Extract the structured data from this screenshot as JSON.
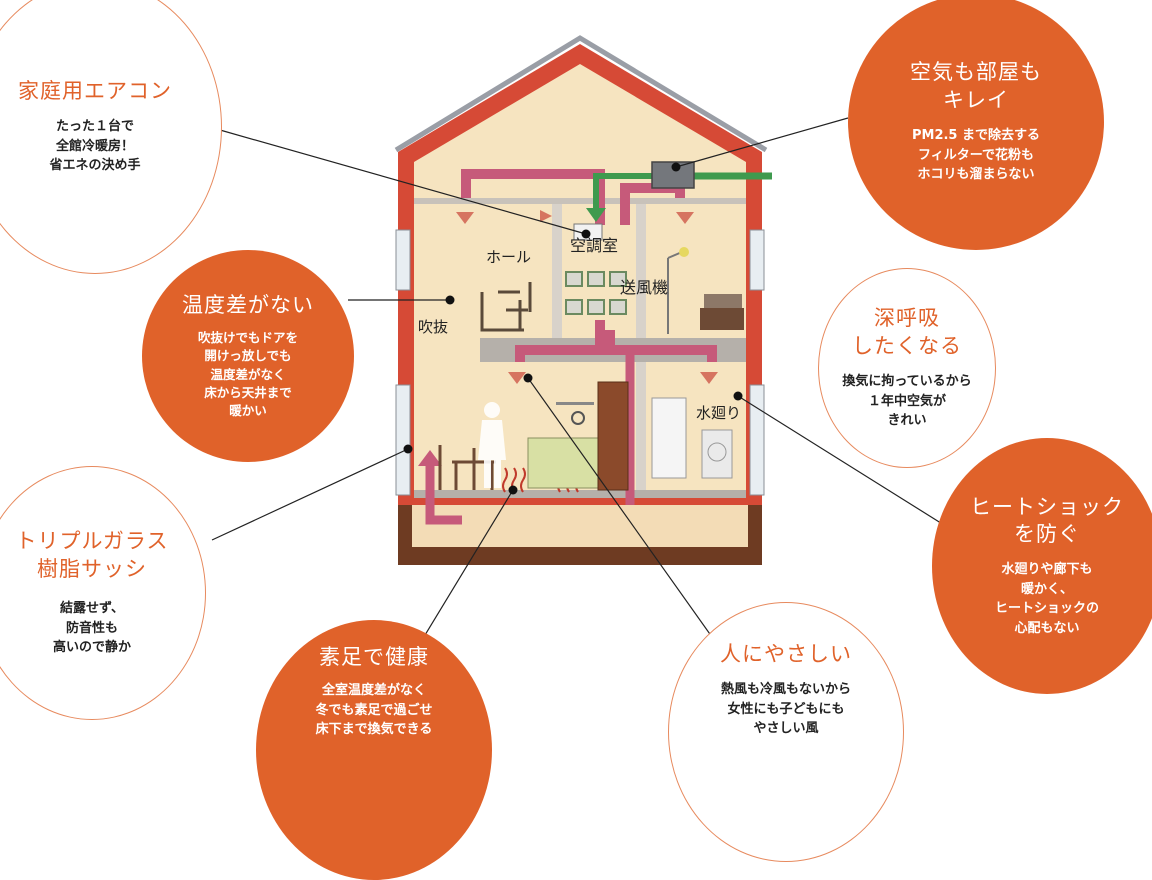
{
  "colors": {
    "accent": "#e0622a",
    "wall": "#d64a36",
    "house_fill": "#f6e4c0",
    "duct": "#c65a7a",
    "fresh_air": "#3f9a4e",
    "floor_slab": "#b5b0aa",
    "foundation": "#6e3b22"
  },
  "house": {
    "labels": {
      "ac_room": "空調室",
      "hall": "ホール",
      "blower": "送風機",
      "atrium": "吹抜",
      "wet_area": "水廻り"
    }
  },
  "bubbles": {
    "aircon": {
      "title": "家庭用エアコン",
      "body": "たった１台で\n全館冷暖房！\n省エネの決め手"
    },
    "clean_air": {
      "title": "空気も部屋も\nキレイ",
      "body": "PM2.5 まで除去する\nフィルターで花粉も\nホコリも溜まらない"
    },
    "no_temp_diff": {
      "title": "温度差がない",
      "body": "吹抜けでもドアを\n開けっ放しでも\n温度差がなく\n床から天井まで\n暖かい"
    },
    "deep_breath": {
      "title": "深呼吸\nしたくなる",
      "body": "換気に拘っているから\n１年中空気が\nきれい"
    },
    "heat_shock": {
      "title": "ヒートショック\nを防ぐ",
      "body": "水廻りや廊下も\n暖かく、\nヒートショックの\n心配もない"
    },
    "triple_glass": {
      "title": "トリプルガラス\n樹脂サッシ",
      "body": "結露せず、\n防音性も\n高いので静か"
    },
    "barefoot": {
      "title": "素足で健康",
      "body": "全室温度差がなく\n冬でも素足で過ごせ\n床下まで換気できる"
    },
    "gentle": {
      "title": "人にやさしい",
      "body": "熱風も冷風もないから\n女性にも子どもにも\nやさしい風"
    }
  }
}
